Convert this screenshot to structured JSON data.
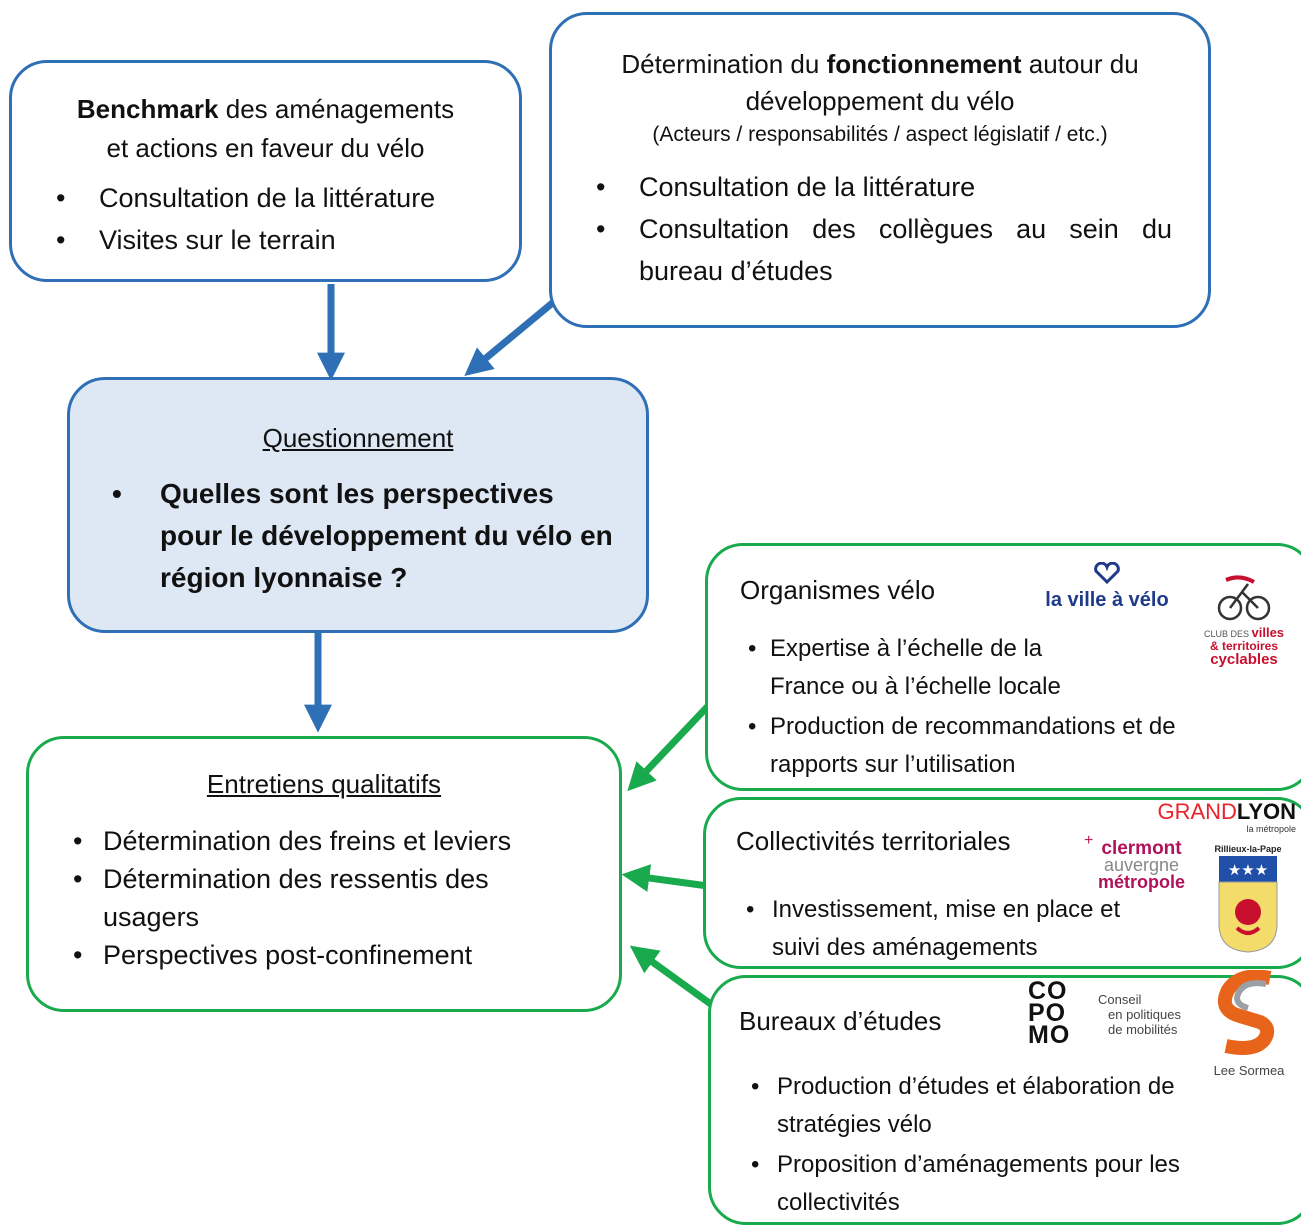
{
  "colors": {
    "blue": "#2e6fb5",
    "green": "#1aaa4e",
    "fill": "#dde8f4"
  },
  "benchmark": {
    "bold": "Benchmark",
    "rest": " des aménagements",
    "line2": "et actions en faveur du vélo",
    "items": [
      "Consultation de la littérature",
      "Visites sur le terrain"
    ]
  },
  "fonctionnement": {
    "pre": "Détermination du ",
    "bold": "fonctionnement",
    "post": " autour du",
    "line2": "développement du vélo",
    "line3": "(Acteurs / responsabilités / aspect législatif / etc.)",
    "items": [
      "Consultation de la littérature",
      "Consultation des collègues au sein du bureau d’études"
    ]
  },
  "questionnement": {
    "title": "Questionnement",
    "question": "Quelles sont les perspectives pour le développement du vélo en région lyonnaise ?"
  },
  "entretiens": {
    "title": "Entretiens qualitatifs",
    "items": [
      "Détermination des freins et leviers",
      "Détermination des ressentis des usagers",
      "Perspectives post-confinement"
    ]
  },
  "organismes": {
    "title": "Organismes vélo",
    "items": [
      "Expertise à l’échelle de la France ou à l’échelle locale",
      "Production de recommandations et de rapports sur l’utilisation"
    ],
    "logo1": "la ville à vélo",
    "logo2_a": "CLUB DES",
    "logo2_b": "villes",
    "logo2_c": "& territoires",
    "logo2_d": "cyclables"
  },
  "collectivites": {
    "title": "Collectivités territoriales",
    "items": [
      "Investissement, mise en place et suivi des aménagements"
    ],
    "grand": "GRAND",
    "lyon": "LYON",
    "metropole_small": "la métropole",
    "clermont": "clermont",
    "auvergne": "auvergne",
    "metropole": "métropole",
    "rillieux": "Rillieux-la-Pape"
  },
  "bureaux": {
    "title": "Bureaux d’études",
    "items": [
      "Production d’études et élaboration de stratégies vélo",
      "Proposition d’aménagements pour les collectivités"
    ],
    "copomo": "CO PO MO",
    "conseil1": "Conseil",
    "conseil2": "en politiques",
    "conseil3": "de mobilités",
    "leesormea": "Lee Sormea"
  }
}
